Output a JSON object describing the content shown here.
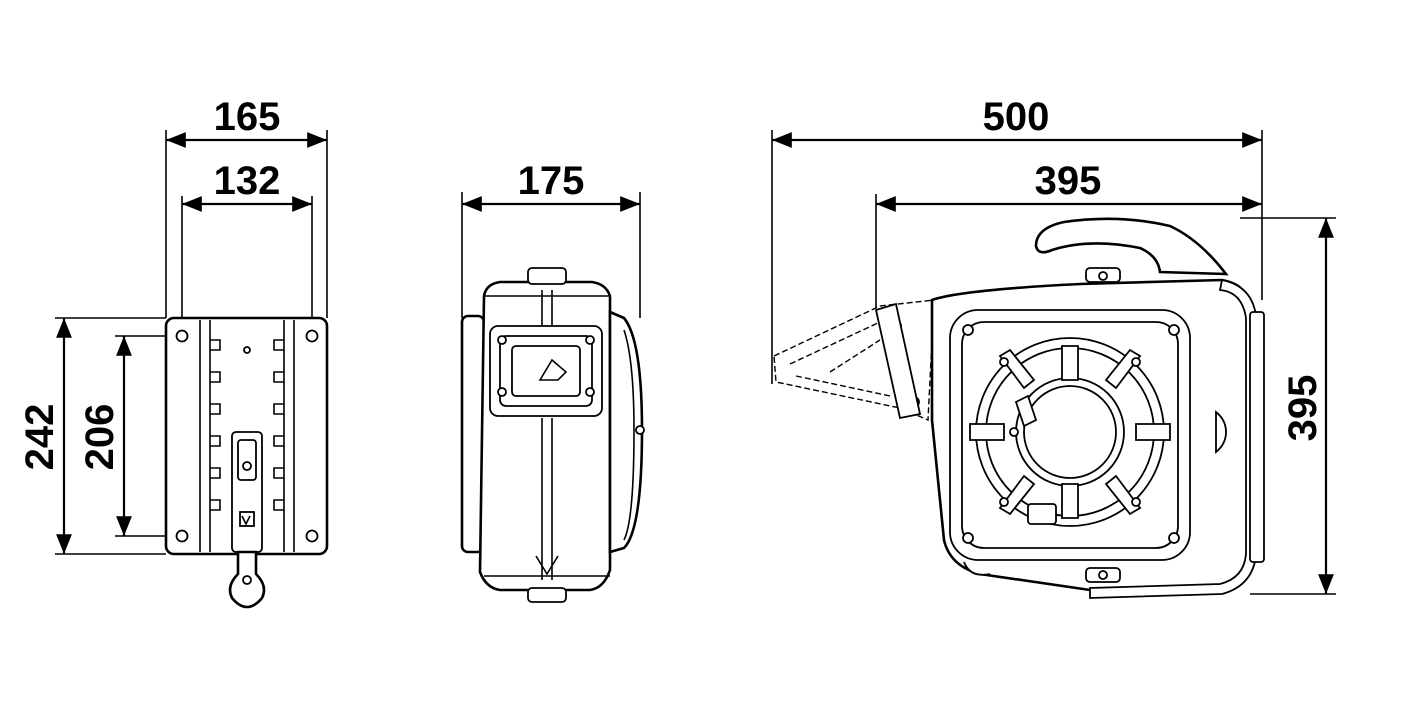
{
  "dimensions": {
    "rear_view": {
      "overall_width": "165",
      "hole_width": "132",
      "overall_height": "242",
      "hole_height": "206"
    },
    "side_view": {
      "overall_width": "175"
    },
    "front_view": {
      "overall_width": "500",
      "body_width": "395",
      "overall_height": "395"
    }
  },
  "colors": {
    "line": "#000000",
    "background": "#ffffff"
  }
}
